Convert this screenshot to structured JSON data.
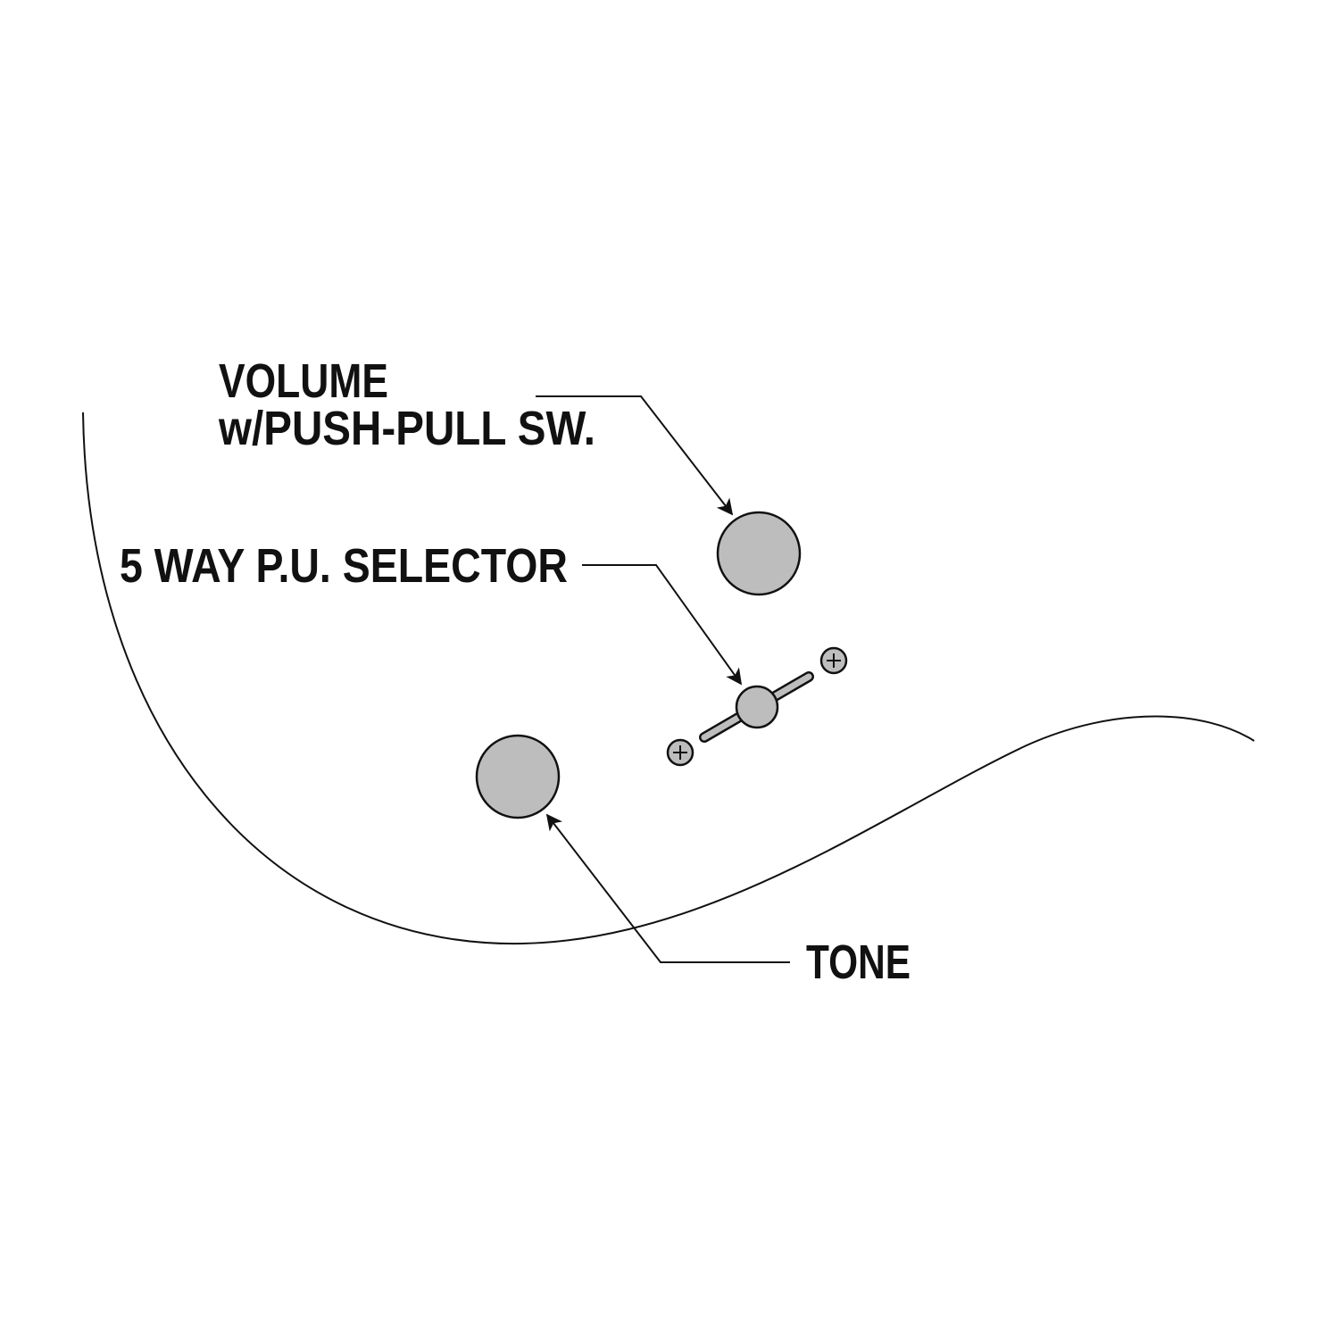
{
  "diagram": {
    "labels": {
      "volume_line1": "VOLUME",
      "volume_line2": "w/PUSH-PULL SW.",
      "selector": "5 WAY P.U. SELECTOR",
      "tone": "TONE"
    },
    "colors": {
      "knob_fill": "#bdbdbe",
      "stroke": "#111111",
      "background": "#ffffff"
    }
  }
}
